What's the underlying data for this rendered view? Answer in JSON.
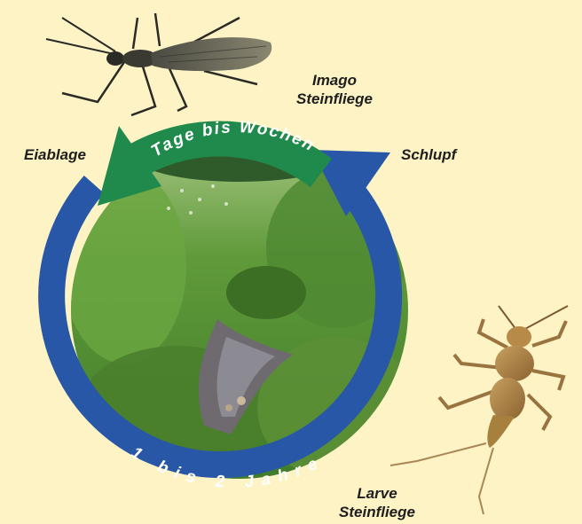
{
  "diagram": {
    "stages": {
      "imago": "Imago",
      "imago_sub": "Steinfliege",
      "eiablage": "Eiablage",
      "schlupf": "Schlupf",
      "larve": "Larve",
      "larve_sub": "Steinfliege"
    },
    "arrows": {
      "adult_duration": "Tage bis Wochen",
      "larva_duration": "1 bis 2 Jahre"
    }
  },
  "colors": {
    "background": "#fdf3c4",
    "blue_arrow": "#2757a6",
    "green_arrow": "#1f8a4c",
    "text": "#1e1e1e",
    "arrow_text": "#ffffff"
  },
  "images": {
    "center_photo": "stream-with-meadow-photo",
    "top_left": "adult-stonefly-photo",
    "bottom_right": "stonefly-larva-photo"
  }
}
